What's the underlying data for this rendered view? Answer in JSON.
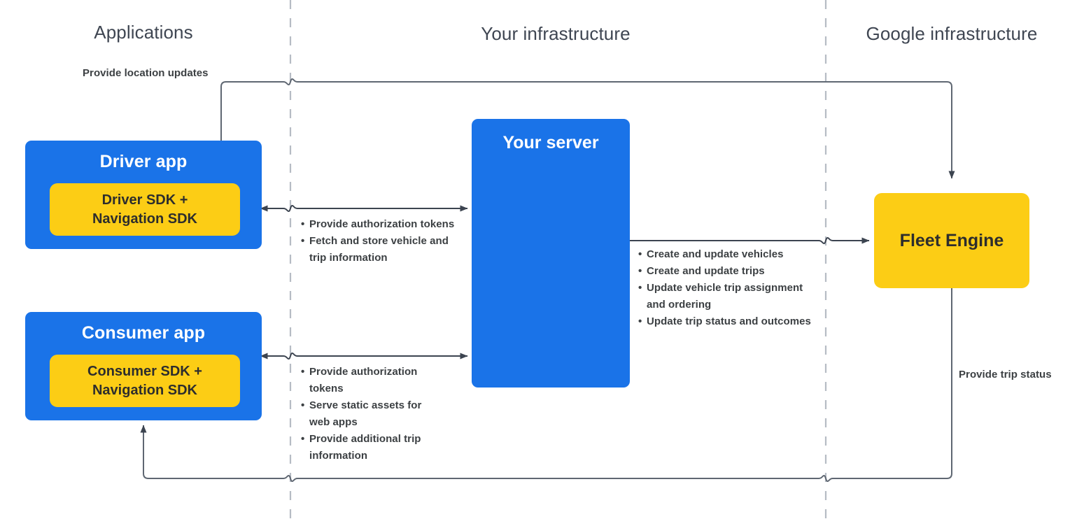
{
  "columns": [
    {
      "id": "applications",
      "label": "Applications"
    },
    {
      "id": "your-infrastructure",
      "label": "Your infrastructure"
    },
    {
      "id": "google-infrastructure",
      "label": "Google infrastructure"
    }
  ],
  "nodes": {
    "driver_app": {
      "title": "Driver app",
      "sdk": "Driver SDK +\nNavigation SDK"
    },
    "consumer_app": {
      "title": "Consumer app",
      "sdk": "Consumer SDK +\nNavigation SDK"
    },
    "your_server": {
      "title": "Your server"
    },
    "fleet_engine": {
      "title": "Fleet Engine"
    }
  },
  "edges": {
    "provide_location_updates": {
      "label": "Provide location updates",
      "from": "driver-sdk",
      "to": "fleet-engine",
      "direction": "one-way"
    },
    "provide_trip_status": {
      "label": "Provide trip status",
      "from": "fleet-engine",
      "to": "consumer-app",
      "direction": "one-way"
    },
    "driver_server": {
      "direction": "bidirectional",
      "bullets": [
        "Provide authorization tokens",
        "Fetch and store vehicle and trip information"
      ]
    },
    "consumer_server": {
      "direction": "bidirectional",
      "bullets": [
        "Provide authorization tokens",
        "Serve static assets for web apps",
        "Provide additional trip information"
      ]
    },
    "server_fleet": {
      "direction": "one-way",
      "bullets": [
        "Create and update vehicles",
        "Create and update trips",
        "Update vehicle trip assignment and ordering",
        "Update trip status and outcomes"
      ]
    }
  },
  "colors": {
    "app_blue": "#1a73e8",
    "sdk_yellow": "#fccd15",
    "header_text": "#3f4652",
    "body_text": "#3c4043",
    "divider": "#b6bcc4",
    "connector": "#5f6772"
  }
}
